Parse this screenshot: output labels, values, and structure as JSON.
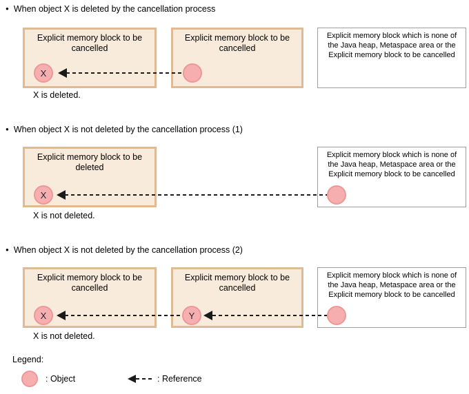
{
  "glyphs": {
    "bullet": "●"
  },
  "colors": {
    "memory_block_fill": "#f8ebdb",
    "memory_block_border": "#debb95",
    "outside_box_border": "#9e9e9e",
    "object_fill": "#f6aeae",
    "object_border": "#ec9898",
    "arrow_color": "#1a1a1a"
  },
  "sections": [
    {
      "heading": "When object X is deleted by the cancellation process",
      "boxes": {
        "left": "Explicit memory block to be cancelled",
        "middle": "Explicit memory block to be cancelled",
        "right": "Explicit memory block which is none of the Java heap, Metaspace area or the Explicit memory block to be cancelled"
      },
      "objects": {
        "x": "X",
        "middle": "",
        "outside": ""
      },
      "caption": "X is deleted."
    },
    {
      "heading": "When object X is not deleted by the cancellation process (1)",
      "boxes": {
        "left": "Explicit memory block to be deleted",
        "right": "Explicit memory block which is none of the Java heap, Metaspace area or the Explicit memory block to be cancelled"
      },
      "objects": {
        "x": "X",
        "outside": ""
      },
      "caption": "X is not deleted."
    },
    {
      "heading": "When object X is not deleted by the cancellation process (2)",
      "boxes": {
        "left": "Explicit memory block to be cancelled",
        "middle": "Explicit memory block to be cancelled",
        "right": "Explicit memory block which is none of the Java heap, Metaspace area or the Explicit memory block to be cancelled"
      },
      "objects": {
        "x": "X",
        "y": "Y",
        "outside": ""
      },
      "caption": "X is not deleted."
    }
  ],
  "legend": {
    "title": "Legend:",
    "object_label": ": Object",
    "reference_label": ": Reference"
  }
}
